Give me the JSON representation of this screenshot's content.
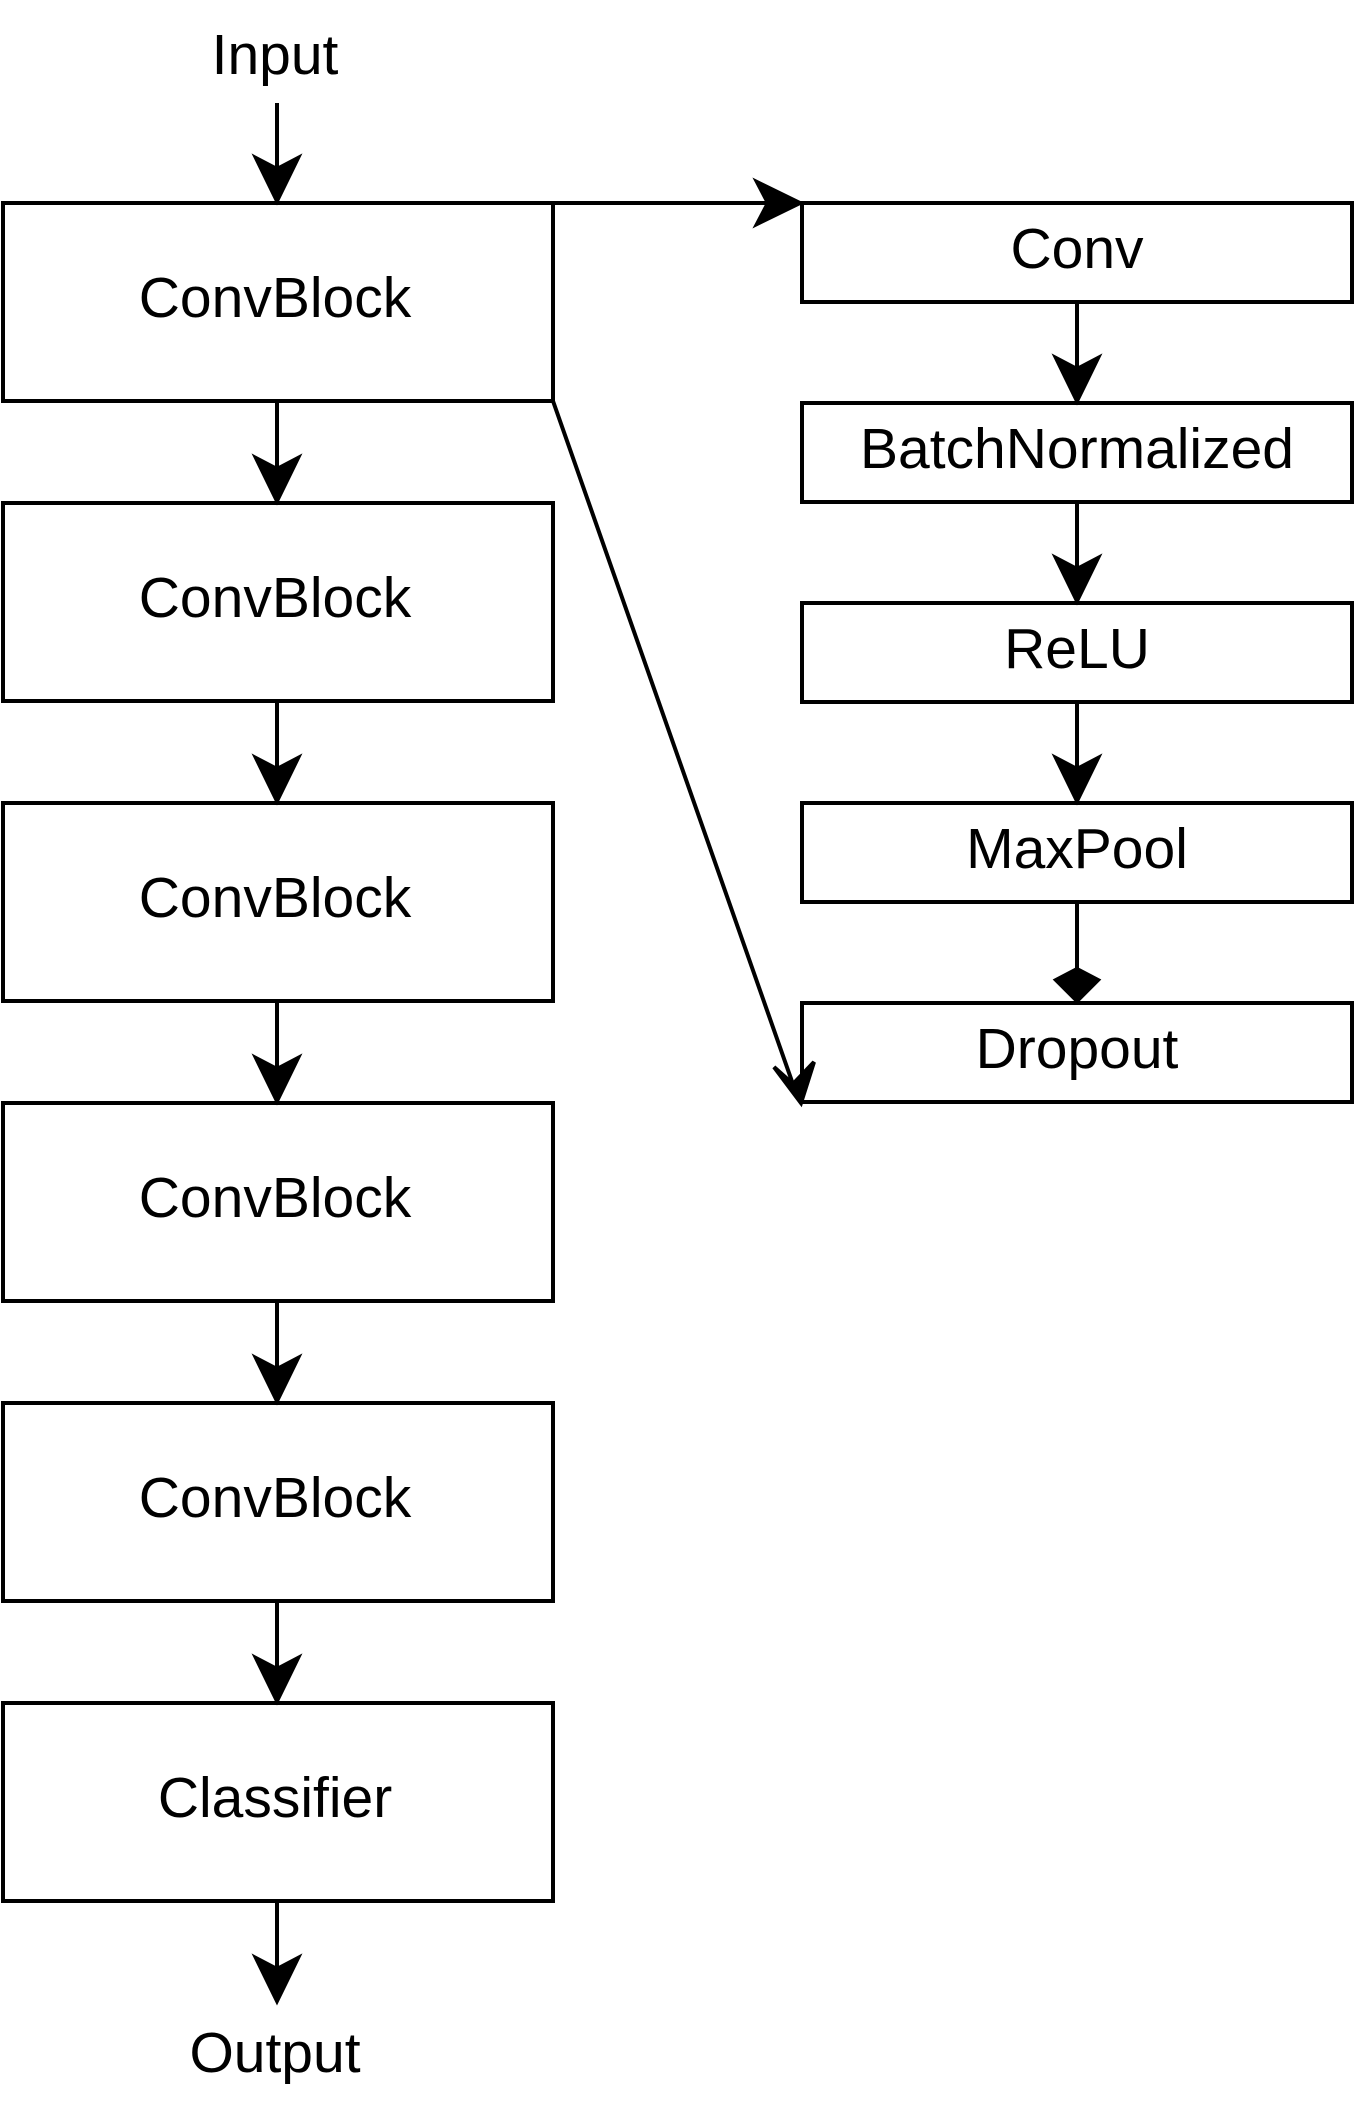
{
  "input_label": "Input",
  "output_label": "Output",
  "main_column": [
    {
      "id": "convblock-1",
      "label": "ConvBlock"
    },
    {
      "id": "convblock-2",
      "label": "ConvBlock"
    },
    {
      "id": "convblock-3",
      "label": "ConvBlock"
    },
    {
      "id": "convblock-4",
      "label": "ConvBlock"
    },
    {
      "id": "convblock-5",
      "label": "ConvBlock"
    },
    {
      "id": "classifier",
      "label": "Classifier"
    }
  ],
  "detail_column": [
    {
      "id": "conv",
      "label": "Conv"
    },
    {
      "id": "batchnormalized",
      "label": "BatchNormalized"
    },
    {
      "id": "relu",
      "label": "ReLU"
    },
    {
      "id": "maxpool",
      "label": "MaxPool"
    },
    {
      "id": "dropout",
      "label": "Dropout"
    }
  ],
  "colors": {
    "stroke": "#000000",
    "background": "#ffffff",
    "text": "#000000"
  }
}
